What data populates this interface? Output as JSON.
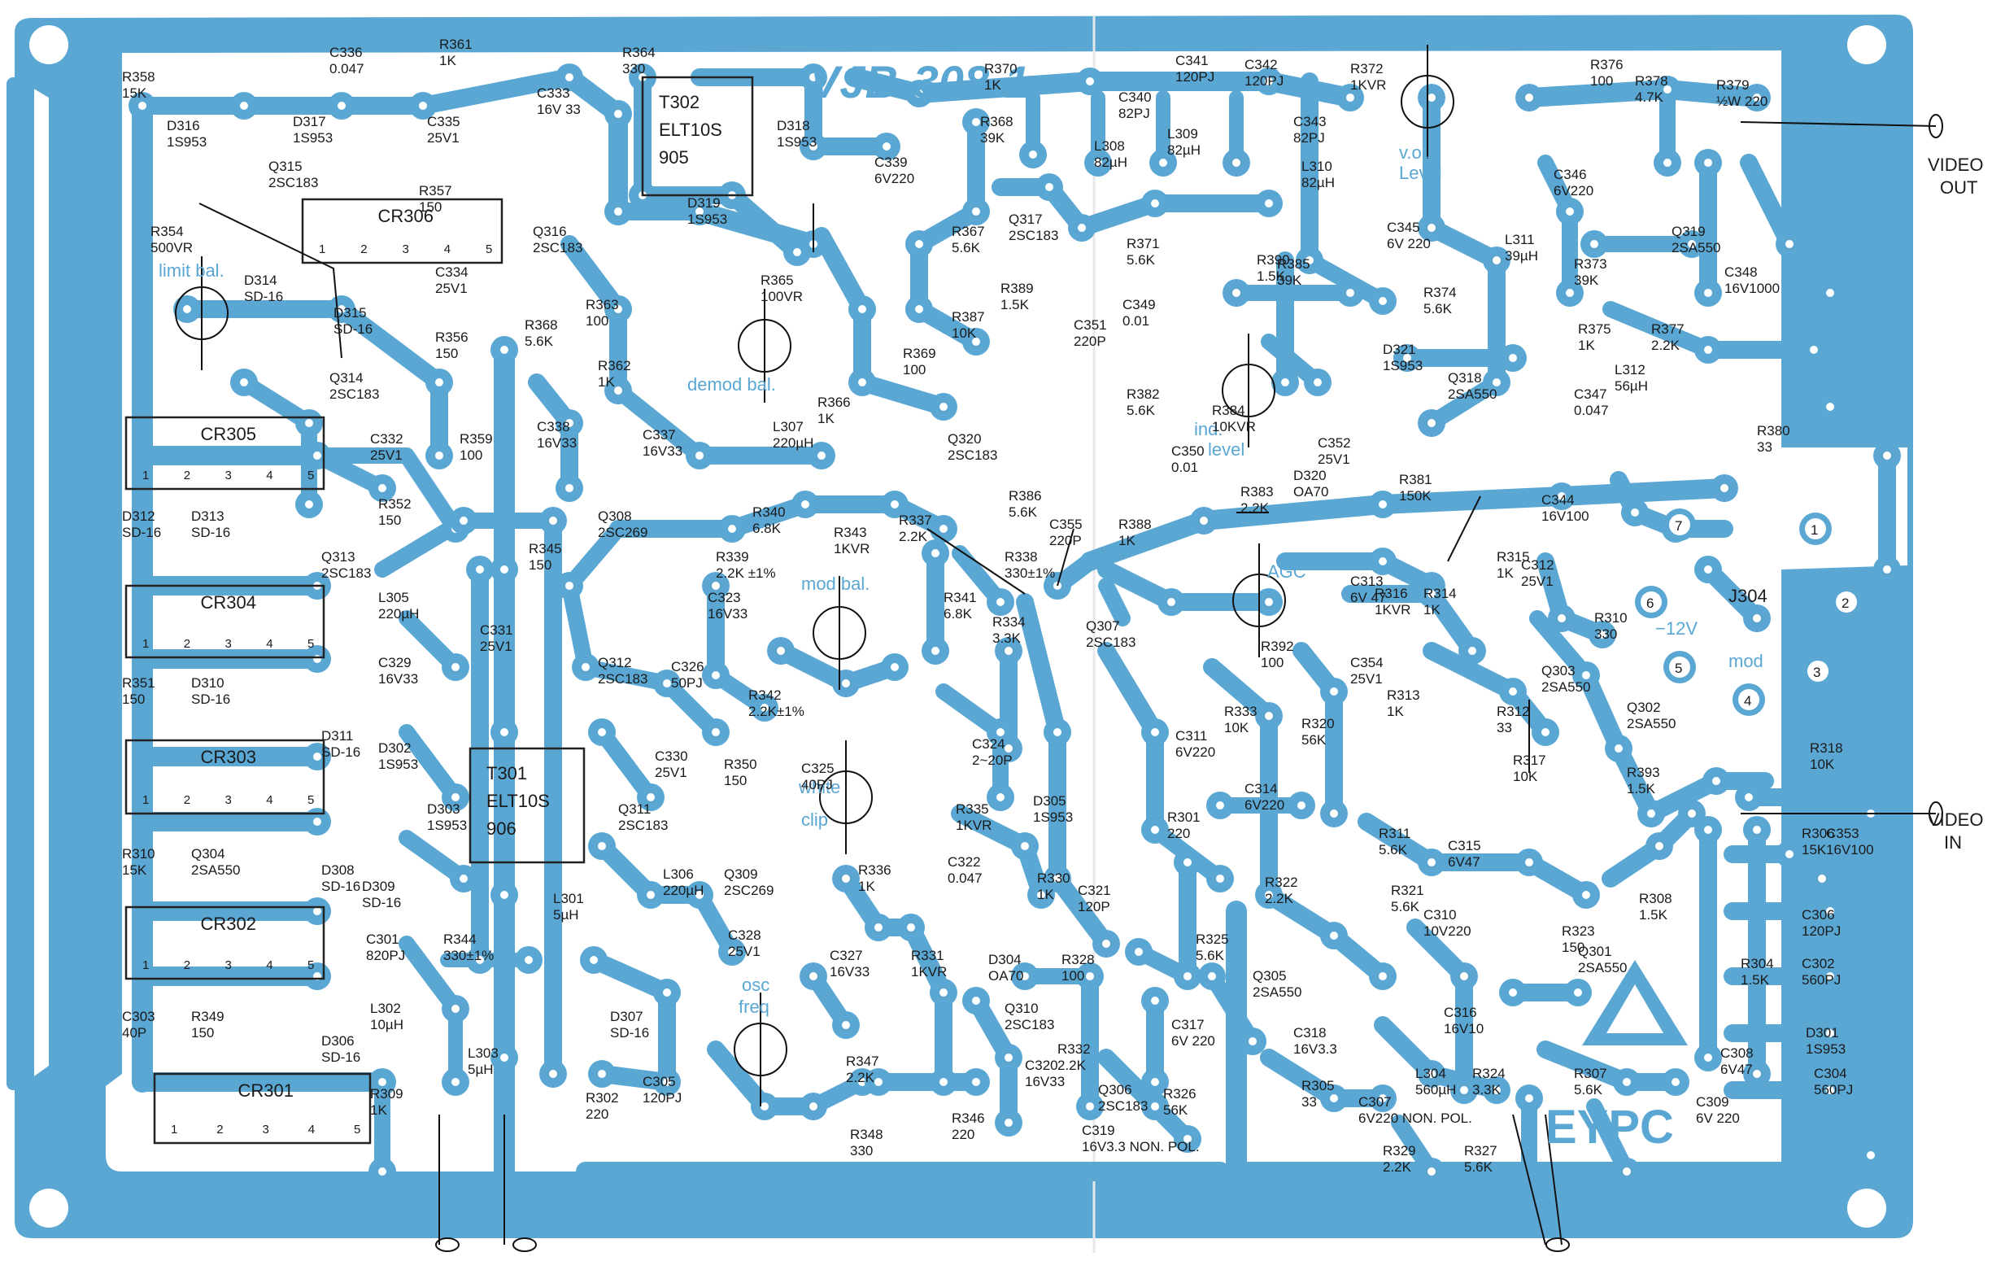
{
  "board": {
    "name": "VJB-308-1",
    "maker": "EYPC",
    "colors": {
      "copper": "#5aa7d4",
      "paper": "#ffffff",
      "ink": "#1a1a1a"
    }
  },
  "connectors": {
    "video_out": [
      "VIDEO",
      "OUT"
    ],
    "video_in": [
      "VIDEO",
      "IN"
    ],
    "j304": "J304",
    "j304_pins": [
      "1",
      "2",
      "3",
      "4",
      "5",
      "6",
      "7"
    ],
    "mod": "mod",
    "minus12v": "−12V"
  },
  "adjustments": [
    {
      "text": "limit bal."
    },
    {
      "text": "demod bal."
    },
    {
      "text": "v.out"
    },
    {
      "text": "Level"
    },
    {
      "text": "ind."
    },
    {
      "text": "level"
    },
    {
      "text": "mod bal."
    },
    {
      "text": "AGC"
    },
    {
      "text": "white"
    },
    {
      "text": "clip"
    },
    {
      "text": "osc"
    },
    {
      "text": "freq"
    }
  ],
  "blocks": [
    {
      "name": "CR306",
      "pins": [
        "1",
        "2",
        "3",
        "4",
        "5"
      ]
    },
    {
      "name": "CR305",
      "pins": [
        "1",
        "2",
        "3",
        "4",
        "5"
      ]
    },
    {
      "name": "CR304",
      "pins": [
        "1",
        "2",
        "3",
        "4",
        "5"
      ]
    },
    {
      "name": "CR303",
      "pins": [
        "1",
        "2",
        "3",
        "4",
        "5"
      ]
    },
    {
      "name": "CR302",
      "pins": [
        "1",
        "2",
        "3",
        "4",
        "5"
      ]
    },
    {
      "name": "CR301",
      "pins": [
        "1",
        "2",
        "3",
        "4",
        "5"
      ]
    },
    {
      "name": "T302",
      "lines": [
        "T302",
        "ELT10S",
        "905"
      ]
    },
    {
      "name": "T301",
      "lines": [
        "T301",
        "ELT10S",
        "906"
      ]
    }
  ],
  "components": [
    {
      "t": "R358 15K"
    },
    {
      "t": "D316 1S953"
    },
    {
      "t": "D317 1S953"
    },
    {
      "t": "C336 0.047"
    },
    {
      "t": "R361 1K"
    },
    {
      "t": "C335 25V1"
    },
    {
      "t": "R357 150"
    },
    {
      "t": "Q315 2SC183"
    },
    {
      "t": "C333 16V 33"
    },
    {
      "t": "R364 330"
    },
    {
      "t": "R354 500VR"
    },
    {
      "t": "D314 SD-16"
    },
    {
      "t": "D315 SD-16"
    },
    {
      "t": "C334 25V1"
    },
    {
      "t": "R356 150"
    },
    {
      "t": "Q314 2SC183"
    },
    {
      "t": "Q316 2SC183"
    },
    {
      "t": "R368 5.6K"
    },
    {
      "t": "R363 100"
    },
    {
      "t": "R362 1K"
    },
    {
      "t": "R359 100"
    },
    {
      "t": "C338 16V33"
    },
    {
      "t": "C337 16V33"
    },
    {
      "t": "D318 1S953"
    },
    {
      "t": "C339 6V220"
    },
    {
      "t": "D319 1S953"
    },
    {
      "t": "R365 100VR"
    },
    {
      "t": "R370 1K"
    },
    {
      "t": "R368 39K"
    },
    {
      "t": "Q317 2SC183"
    },
    {
      "t": "R367 5.6K"
    },
    {
      "t": "C340 82PJ"
    },
    {
      "t": "C341 120PJ"
    },
    {
      "t": "C342 120PJ"
    },
    {
      "t": "C343 82PJ"
    },
    {
      "t": "L308 82µH"
    },
    {
      "t": "L309 82µH"
    },
    {
      "t": "L310 82µH"
    },
    {
      "t": "R371 5.6K"
    },
    {
      "t": "R372 1KVR"
    },
    {
      "t": "R390 1.5K"
    },
    {
      "t": "R385 39K"
    },
    {
      "t": "C345 6V 220"
    },
    {
      "t": "R376 100"
    },
    {
      "t": "R378 4.7K"
    },
    {
      "t": "R379 ½W 220"
    },
    {
      "t": "C346 6V220"
    },
    {
      "t": "Q319 2SA550"
    },
    {
      "t": "L311 39µH"
    },
    {
      "t": "R373 39K"
    },
    {
      "t": "C348 16V1000"
    },
    {
      "t": "R377 2.2K"
    },
    {
      "t": "R374 5.6K"
    },
    {
      "t": "R375 1K"
    },
    {
      "t": "L312 56µH"
    },
    {
      "t": "D321 1S953"
    },
    {
      "t": "Q318 2SA550"
    },
    {
      "t": "C347 0.047"
    },
    {
      "t": "R380 33"
    },
    {
      "t": "R366 1K"
    },
    {
      "t": "R369 100"
    },
    {
      "t": "R387 10K"
    },
    {
      "t": "R389 1.5K"
    },
    {
      "t": "C349 0.01"
    },
    {
      "t": "C351 220P"
    },
    {
      "t": "R382 5.6K"
    },
    {
      "t": "R384 10KVR"
    },
    {
      "t": "C350 0.01"
    },
    {
      "t": "C352 25V1"
    },
    {
      "t": "D320 OA70"
    },
    {
      "t": "R381 150K"
    },
    {
      "t": "R383 2.2K"
    },
    {
      "t": "L307 220µH"
    },
    {
      "t": "Q320 2SC183"
    },
    {
      "t": "R386 5.6K"
    },
    {
      "t": "C355 220P"
    },
    {
      "t": "R388 1K"
    },
    {
      "t": "C344 16V100"
    },
    {
      "t": "C332 25V1"
    },
    {
      "t": "R352 150"
    },
    {
      "t": "D312 SD-16"
    },
    {
      "t": "D313 SD-16"
    },
    {
      "t": "Q313 2SC183"
    },
    {
      "t": "Q308 2SC269"
    },
    {
      "t": "R340 6.8K"
    },
    {
      "t": "R337 2.2K"
    },
    {
      "t": "R343 1KVR"
    },
    {
      "t": "R339 2.2K ±1%"
    },
    {
      "t": "R345 150"
    },
    {
      "t": "C323 16V33"
    },
    {
      "t": "R338 330±1%"
    },
    {
      "t": "L305 220µH"
    },
    {
      "t": "C331 25V1"
    },
    {
      "t": "C329 16V33"
    },
    {
      "t": "R351 150"
    },
    {
      "t": "D310 SD-16"
    },
    {
      "t": "D311 SD-16"
    },
    {
      "t": "Q312 2SC183"
    },
    {
      "t": "C326 50PJ"
    },
    {
      "t": "R342 2.2K±1%"
    },
    {
      "t": "R341 6.8K"
    },
    {
      "t": "R334 3.3K"
    },
    {
      "t": "Q307 2SC183"
    },
    {
      "t": "C313 6V 47"
    },
    {
      "t": "R316 1KVR"
    },
    {
      "t": "R314 1K"
    },
    {
      "t": "R315 1K"
    },
    {
      "t": "C312 25V1"
    },
    {
      "t": "R310 330"
    },
    {
      "t": "R392 100"
    },
    {
      "t": "C354 25V1"
    },
    {
      "t": "R313 1K"
    },
    {
      "t": "Q303 2SA550"
    },
    {
      "t": "Q302 2SA550"
    },
    {
      "t": "D302 1S953"
    },
    {
      "t": "D303 1S953"
    },
    {
      "t": "C330 25V1"
    },
    {
      "t": "R350 150"
    },
    {
      "t": "C325 40PJ"
    },
    {
      "t": "C324 2~20P"
    },
    {
      "t": "R335 1KVR"
    },
    {
      "t": "D305 1S953"
    },
    {
      "t": "R333 10K"
    },
    {
      "t": "R320 56K"
    },
    {
      "t": "C311 6V220"
    },
    {
      "t": "R312 33"
    },
    {
      "t": "R317 10K"
    },
    {
      "t": "R393 1.5K"
    },
    {
      "t": "R318 10K"
    },
    {
      "t": "C314 6V220"
    },
    {
      "t": "R301 220"
    },
    {
      "t": "R311 5.6K"
    },
    {
      "t": "C315 6V47"
    },
    {
      "t": "R310 15K"
    },
    {
      "t": "Q304 2SA550"
    },
    {
      "t": "D308 SD-16"
    },
    {
      "t": "D309 SD-16"
    },
    {
      "t": "Q311 2SC183"
    },
    {
      "t": "L306 220µH"
    },
    {
      "t": "Q309 2SC269"
    },
    {
      "t": "R336 1K"
    },
    {
      "t": "C322 0.047"
    },
    {
      "t": "R330 1K"
    },
    {
      "t": "C321 120P"
    },
    {
      "t": "R322 2.2K"
    },
    {
      "t": "R321 5.6K"
    },
    {
      "t": "C310 10V220"
    },
    {
      "t": "R308 1.5K"
    },
    {
      "t": "R306 15K"
    },
    {
      "t": "C353 16V100"
    },
    {
      "t": "L301 5µH"
    },
    {
      "t": "C301 820PJ"
    },
    {
      "t": "R344 330±1%"
    },
    {
      "t": "C328 25V1"
    },
    {
      "t": "C327 16V33"
    },
    {
      "t": "R331 1KVR"
    },
    {
      "t": "D304 OA70"
    },
    {
      "t": "R328 100"
    },
    {
      "t": "R325 5.6K"
    },
    {
      "t": "Q305 2SA550"
    },
    {
      "t": "R323 150"
    },
    {
      "t": "Q301 2SA550"
    },
    {
      "t": "C306 120PJ"
    },
    {
      "t": "R304 1.5K"
    },
    {
      "t": "C302 560PJ"
    },
    {
      "t": "L302 10µH"
    },
    {
      "t": "C303 40P"
    },
    {
      "t": "R349 150"
    },
    {
      "t": "D306 SD-16"
    },
    {
      "t": "D307 SD-16"
    },
    {
      "t": "Q310 2SC183"
    },
    {
      "t": "R332 2.2K"
    },
    {
      "t": "C317 6V 220"
    },
    {
      "t": "C318 16V3.3"
    },
    {
      "t": "C316 16V10"
    },
    {
      "t": "D301 1S953"
    },
    {
      "t": "C308 6V47"
    },
    {
      "t": "C304 560PJ"
    },
    {
      "t": "L303 5µH"
    },
    {
      "t": "C305 120PJ"
    },
    {
      "t": "R347 2.2K"
    },
    {
      "t": "C320 16V33"
    },
    {
      "t": "Q306 2SC183"
    },
    {
      "t": "R326 56K"
    },
    {
      "t": "L304 560µH"
    },
    {
      "t": "R324 3.3K"
    },
    {
      "t": "R307 5.6K"
    },
    {
      "t": "R305 33"
    },
    {
      "t": "C307 6V220 NON. POL."
    },
    {
      "t": "C309 6V 220"
    },
    {
      "t": "R309 1K"
    },
    {
      "t": "R302 220"
    },
    {
      "t": "R348 330"
    },
    {
      "t": "R346 220"
    },
    {
      "t": "C319 16V3.3 NON. POL."
    },
    {
      "t": "R329 2.2K"
    },
    {
      "t": "R327 5.6K"
    }
  ]
}
